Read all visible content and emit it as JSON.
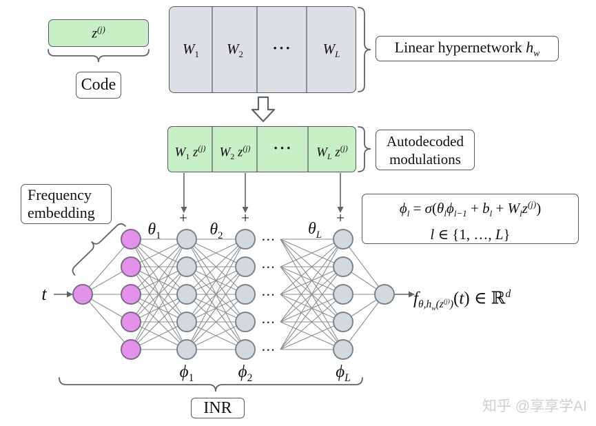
{
  "colors": {
    "green": "#c9efc6",
    "gray_box": "#dcdfe3",
    "purple_node": "#e292ea",
    "gray_node": "#d4d9de",
    "line": "#8a8f93",
    "border": "#55585c"
  },
  "code": {
    "value": [
      "z",
      "^(j)"
    ],
    "label": "Code"
  },
  "hypernet": {
    "cells": {
      "c1": [
        "W",
        "_!1"
      ],
      "c2": [
        "W",
        "_!2"
      ],
      "dots": "···",
      "cL": [
        "W",
        "_L"
      ]
    },
    "label": [
      "!Linear hypernetwork ",
      "h",
      "_w"
    ]
  },
  "modulations": {
    "cells": {
      "c1": [
        "W",
        "_!1",
        " z",
        "^(j)"
      ],
      "c2": [
        "W",
        "_!2",
        " z",
        "^(j)"
      ],
      "dots": "···",
      "cL": [
        "W",
        "_L",
        " z",
        "^(j)"
      ]
    },
    "label_line1": "Autodecoded",
    "label_line2": "modulations"
  },
  "equation": {
    "line1": [
      "ϕ",
      "_l",
      "! = ",
      "σ",
      "!(",
      "θ",
      "_l",
      "ϕ",
      "_l−1",
      "! + ",
      "b",
      "_l",
      "! + ",
      "W",
      "_l",
      "z",
      "^(j)",
      "!)"
    ],
    "line2": [
      "l",
      "! ∈ {1, …, ",
      "L",
      "!}"
    ]
  },
  "freq": {
    "line1": "Frequency",
    "line2": "embedding"
  },
  "network": {
    "input_label": "t",
    "theta1": [
      "θ",
      "_!1"
    ],
    "theta2": [
      "θ",
      "_!2"
    ],
    "thetaL": [
      "θ",
      "_L"
    ],
    "phi1": [
      "ϕ",
      "_!1"
    ],
    "phi2": [
      "ϕ",
      "_!2"
    ],
    "phiL": [
      "ϕ",
      "_L"
    ],
    "plus": "+",
    "row_dots": "···"
  },
  "output": {
    "f": "f",
    "sub_pre": "θ,h",
    "sub_w": "w",
    "sub_z": "(z",
    "sub_sup": "(j)",
    "sub_close": ")",
    "arg_o": "(",
    "arg_t": "t",
    "arg_c": ")",
    "in_set": " ∈ ",
    "set": "ℝ",
    "exp": "d"
  },
  "inr_label": "INR",
  "watermark": "知乎 @享享学AI"
}
